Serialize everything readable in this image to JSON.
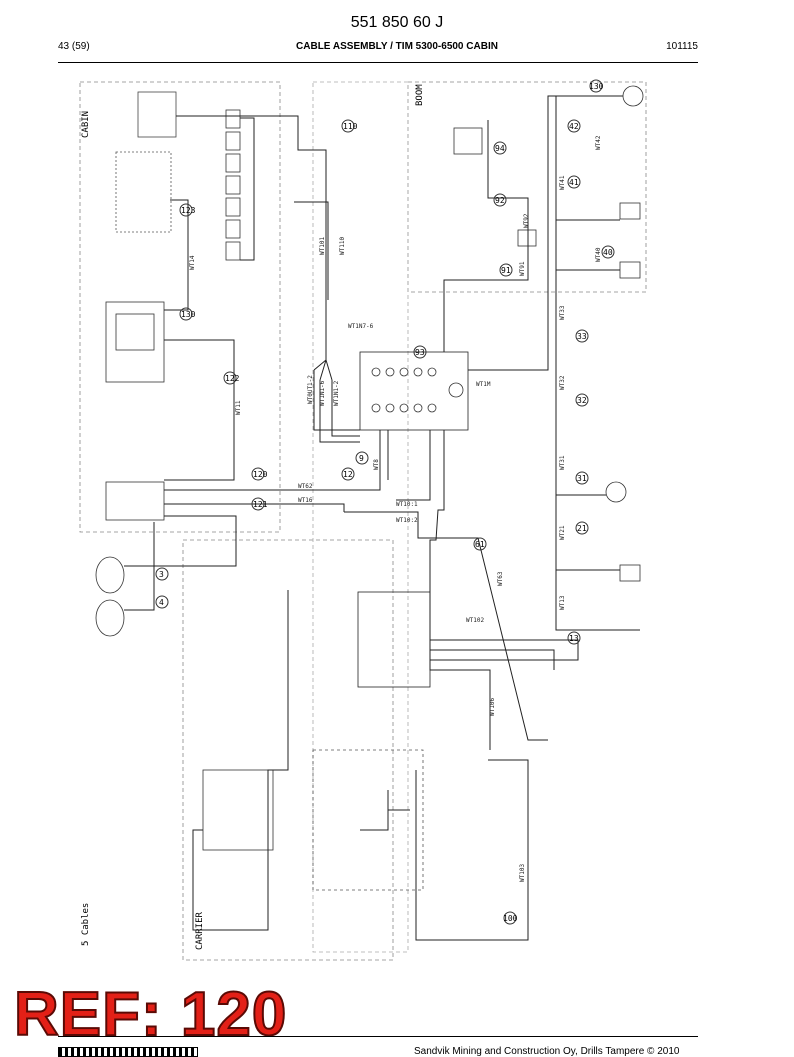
{
  "header": {
    "doc_number": "551 850 60 J",
    "page": "43 (59)",
    "title": "CABLE ASSEMBLY / TIM 5300-6500 CABIN",
    "date": "101115"
  },
  "sections": {
    "cabin": "CABIN",
    "boom": "BOOM",
    "carrier": "CARRIER"
  },
  "diagram_label": "5 Cables",
  "cables": [
    "WT101",
    "WT110",
    "WT14",
    "WT11",
    "WT62",
    "WT16",
    "WT8",
    "WT10:1",
    "WT10:2",
    "WT102",
    "WT106",
    "WT103",
    "WT63",
    "WT1M",
    "WT1N7-6",
    "WT0UT1-2",
    "WT1N1-6",
    "WT1N1-2",
    "WT13",
    "WT21",
    "WT31",
    "WT32",
    "WT33",
    "WT40",
    "WT41",
    "WT42",
    "WT91",
    "WT92"
  ],
  "callouts": [
    "110",
    "123",
    "130",
    "122",
    "120",
    "121",
    "3",
    "4",
    "12",
    "9",
    "93",
    "61",
    "13",
    "100",
    "94",
    "92",
    "91",
    "130",
    "42",
    "41",
    "40",
    "33",
    "32",
    "31",
    "21"
  ],
  "stamp": "REF: 120",
  "footer": "Sandvik Mining and Construction Oy, Drills Tampere © 2010"
}
